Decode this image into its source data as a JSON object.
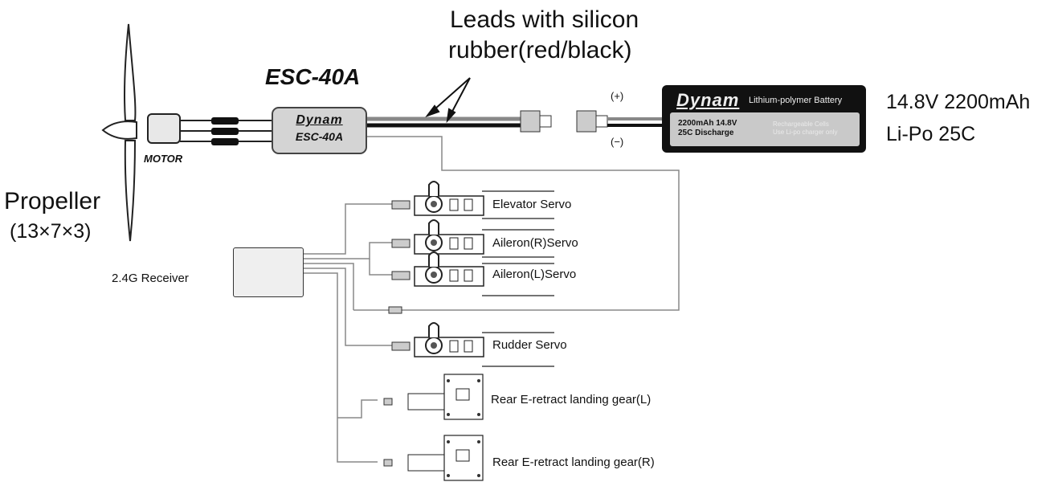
{
  "labels": {
    "leads": "Leads with silicon",
    "leads2": "rubber(red/black)",
    "esc_title": "ESC-40A",
    "motor": "MOTOR",
    "propeller": "Propeller",
    "propeller_size": "(13×7×3)",
    "receiver": "2.4G  Receiver",
    "plus": "(+)",
    "minus": "(−)",
    "battery_spec1": "14.8V 2200mAh",
    "battery_spec2": "Li-Po  25C"
  },
  "esc": {
    "brand": "Dynam",
    "model": "ESC-40A"
  },
  "battery": {
    "brand": "Dynam",
    "type": "Lithium-polymer Battery",
    "capacity": "2200mAh 14.8V",
    "discharge": "25C Discharge",
    "warning1": "Rechargeable Cells",
    "warning2": "Use Li-po charger only"
  },
  "servos": [
    {
      "label": "Elevator  Servo"
    },
    {
      "label": "Aileron(R)Servo"
    },
    {
      "label": "Aileron(L)Servo"
    },
    {
      "label": "Rudder  Servo"
    }
  ],
  "landing_gear": [
    {
      "label": "Rear  E-retract landing gear(L)"
    },
    {
      "label": "Rear  E-retract landing gear(R)"
    }
  ],
  "colors": {
    "wire": "#8a8a8a",
    "dark": "#111111",
    "body": "#d4d4d4"
  }
}
